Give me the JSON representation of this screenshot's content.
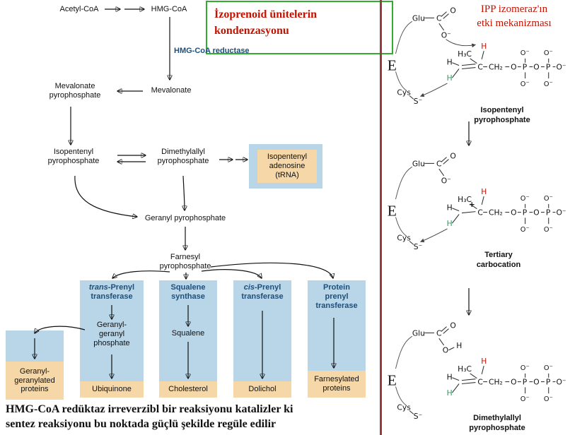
{
  "colors": {
    "blue_box": "#b9d5e8",
    "orange_box": "#f6d8a8",
    "navy": "#1e4e79",
    "red_text": "#c41200",
    "green_border": "#2fae2f",
    "panel_border": "#9a3a3a",
    "green_atom": "#2f9e63",
    "red_atom": "#c41200"
  },
  "left": {
    "acetyl_coa": "Acetyl-CoA",
    "hmg_coa": "HMG-CoA",
    "title": "İzoprenoid ünitelerin\nkondenzasyonu",
    "reductase": "HMG-CoA reductase",
    "mevalonate": "Mevalonate",
    "mevalonate_pp": "Mevalonate\npyrophosphate",
    "isopentenyl_pp": "Isopentenyl\npyrophosphate",
    "dimethylallyl_pp": "Dimethylallyl\npyrophosphate",
    "isopentenyl_adenosine": "Isopentenyl\nadenosine\n(tRNA)",
    "geranyl_pp": "Geranyl pyrophosphate",
    "farnesyl_pp": "Farnesyl\npyrophosphate",
    "branch1": {
      "enzyme_italic": "trans",
      "enzyme_rest": "-Prenyl\ntransferase",
      "intermediate": "Geranyl-\ngeranyl\nphosphate",
      "product": "Ubiquinone"
    },
    "branch2": {
      "enzyme": "Squalene\nsynthase",
      "intermediate": "Squalene",
      "product": "Cholesterol"
    },
    "branch3": {
      "enzyme_italic": "cis",
      "enzyme_rest": "-Prenyl\ntransferase",
      "product": "Dolichol"
    },
    "branch4": {
      "enzyme": "Protein\nprenyl\ntransferase",
      "product": "Farnesylated\nproteins"
    },
    "side_product": "Geranyl-\ngeranylated\nproteins",
    "footnote": "HMG-CoA redüktaz irreverzibl bir reaksiyonu katalizler ki\nsentez reaksiyonu bu noktada güçlü şekilde regüle edilir"
  },
  "right": {
    "title": "IPP izomeraz'ın\netki mekanizması",
    "atoms": {
      "e": "E",
      "glu": "Glu",
      "cys": "Cys",
      "s": "S⁻",
      "c": "C",
      "o": "O",
      "o_minus": "O⁻",
      "h": "H",
      "h3c": "H₃C",
      "ch2": "CH₂",
      "p": "P",
      "plus": "+"
    },
    "stage1_label": "Isopentenyl\npyrophosphate",
    "stage2_label": "Tertiary\ncarbocation",
    "stage3_label": "Dimethylallyl\npyrophosphate"
  }
}
